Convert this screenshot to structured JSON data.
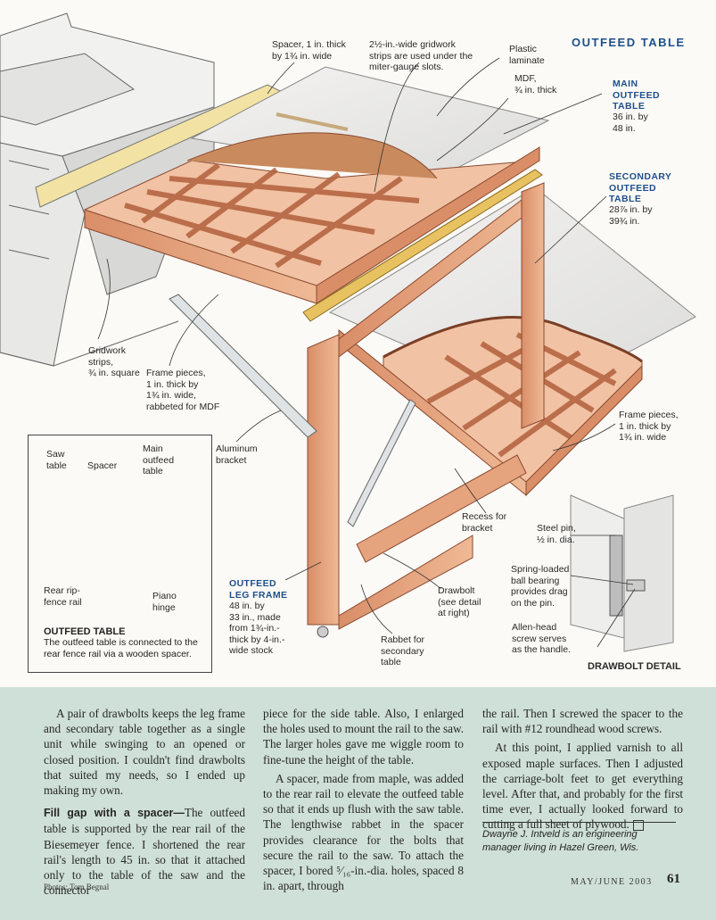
{
  "header": {
    "section": "OUTFEED TABLE"
  },
  "callouts": {
    "spacer": "Spacer, 1 in. thick\nby 1¾ in. wide",
    "gridwork_strips_top": "2½-in.-wide gridwork\nstrips are used under the\nmiter-gauge slots.",
    "plastic_laminate": "Plastic\nlaminate",
    "mdf": "MDF,\n¾ in. thick",
    "main_table_title": "MAIN\nOUTFEED\nTABLE",
    "main_table_dims": "36 in. by\n48 in.",
    "secondary_table_title": "SECONDARY\nOUTFEED\nTABLE",
    "secondary_table_dims": "28⅞ in. by\n39¾ in.",
    "gridwork_strips": "Gridwork\nstrips,\n¾ in. square",
    "frame_pieces_left": "Frame pieces,\n1 in. thick by\n1¾ in. wide,\nrabbeted for MDF",
    "aluminum_bracket": "Aluminum\nbracket",
    "frame_pieces_right": "Frame pieces,\n1 in. thick by\n1¾ in. wide",
    "recess_for_bracket": "Recess for\nbracket",
    "steel_pin": "Steel pin,\n½ in. dia.",
    "spring_loaded": "Spring-loaded\nball bearing\nprovides drag\non the pin.",
    "allen_head": "Allen-head\nscrew serves\nas the handle.",
    "drawbolt_detail": "DRAWBOLT DETAIL",
    "drawbolt": "Drawbolt\n(see detail\nat right)",
    "rabbet": "Rabbet for\nsecondary\ntable",
    "leg_frame_title": "OUTFEED\nLEG FRAME",
    "leg_frame_dims": "48 in. by\n33 in., made\nfrom 1¾-in.-\nthick by 4-in.-\nwide stock"
  },
  "inset": {
    "saw_table": "Saw\ntable",
    "spacer": "Spacer",
    "main_outfeed": "Main\noutfeed\ntable",
    "rear_rip": "Rear rip-\nfence rail",
    "piano_hinge": "Piano\nhinge",
    "caption_title": "OUTFEED TABLE",
    "caption_text": "The outfeed table is connected to the rear fence rail via a wooden spacer."
  },
  "article": {
    "col1_p1": "A pair of drawbolts keeps the leg frame and secondary table together as a single unit while swinging to an opened or closed position. I couldn't find drawbolts that suited my needs, so I ended up making my own.",
    "col1_lead": "Fill gap with a spacer—",
    "col1_p2": "The outfeed table is supported by the rear rail of the Biesemeyer fence. I shortened the rear rail's length to 45 in. so that it attached only to the table of the saw and the connector",
    "col2_p1": "piece for the side table. Also, I enlarged the holes used to mount the rail to the saw. The larger holes gave me wiggle room to fine-tune the height of the table.",
    "col2_p2": "A spacer, made from maple, was added to the rear rail to elevate the outfeed table so that it ends up flush with the saw table. The lengthwise rabbet in the spacer provides clearance for the bolts that secure the rail to the saw. To attach the spacer, I bored ⁵⁄₁₆-in.-dia. holes, spaced 8 in. apart, through",
    "col3_p1": "the rail. Then I screwed the spacer to the rail with #12 roundhead wood screws.",
    "col3_p2": "At this point, I applied varnish to all exposed maple surfaces. Then I adjusted the carriage-bolt feet to get everything level. After that, and probably for the first time ever, I actually looked forward to cutting a full sheet of plywood.",
    "bio": "Dwayne J. Intveld is an engineering manager living in Hazel Green, Wis."
  },
  "footer": {
    "credit": "Photos: Tom Begnal",
    "issue": "MAY/JUNE 2003",
    "page": "61"
  },
  "colors": {
    "accent": "#1f4f8a",
    "band": "#cfe0d8",
    "wood": "#e3a27a",
    "wood_dark": "#b8694a"
  }
}
